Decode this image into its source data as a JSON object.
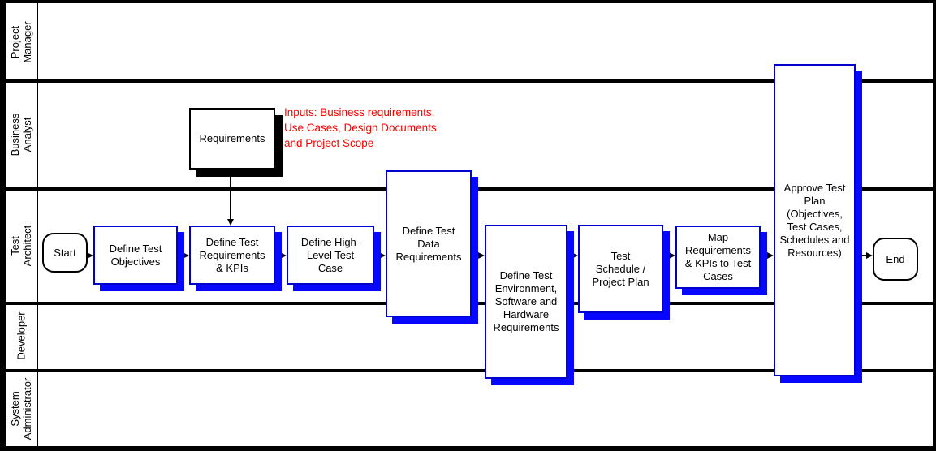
{
  "diagram": {
    "type": "swimlane-flowchart",
    "lanes": [
      {
        "label": "Project\nManager"
      },
      {
        "label": "Business\nAnalyst"
      },
      {
        "label": "Test\nArchitect"
      },
      {
        "label": "Developer"
      },
      {
        "label": "System\nAdministrator"
      }
    ],
    "nodes": {
      "start": {
        "label": "Start",
        "shape": "terminator"
      },
      "objectives": {
        "label": "Define Test\nObjectives",
        "shape": "process"
      },
      "requirements_doc": {
        "label": "Requirements",
        "shape": "input-document"
      },
      "requirements_kpis": {
        "label": "Define Test\nRequirements\n& KPIs",
        "shape": "process"
      },
      "high_level_case": {
        "label": "Define High-\nLevel Test\nCase",
        "shape": "process"
      },
      "data_requirements": {
        "label": "Define Test\nData\nRequirements",
        "shape": "process"
      },
      "environment": {
        "label": "Define Test\nEnvironment,\nSoftware and\nHardware\nRequirements",
        "shape": "process"
      },
      "schedule": {
        "label": "Test\nSchedule /\nProject Plan",
        "shape": "process"
      },
      "map_kpis": {
        "label": "Map\nRequirements\n& KPIs to Test\nCases",
        "shape": "process"
      },
      "approve": {
        "label": "Approve Test\nPlan\n(Objectives,\nTest Cases,\nSchedules and\nResources)",
        "shape": "process"
      },
      "end": {
        "label": "End",
        "shape": "terminator"
      }
    },
    "annotation": {
      "text": "Inputs: Business requirements,\nUse Cases, Design Documents\nand Project Scope"
    },
    "colors": {
      "node_border": "#0000cc",
      "node_shadow": "#0707ff",
      "doc_border": "#000000",
      "doc_shadow": "#000000",
      "line": "#000000",
      "annotation": "#ff0000",
      "background": "#ffffff"
    }
  }
}
